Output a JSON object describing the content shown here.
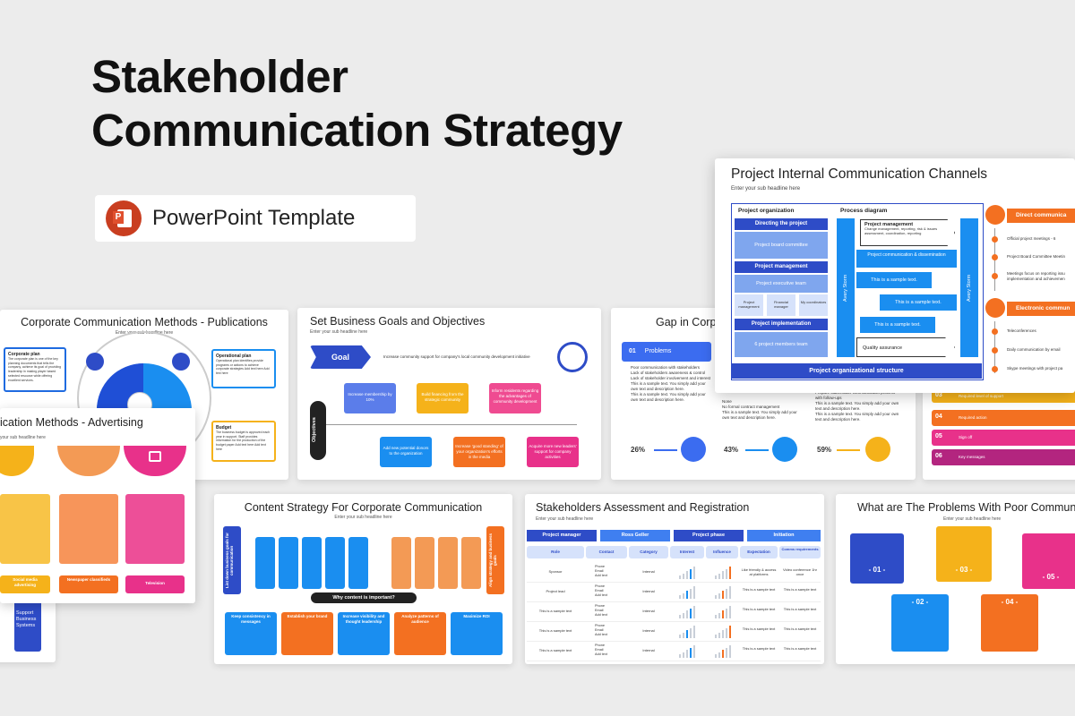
{
  "hero": {
    "title_line1": "Stakeholder",
    "title_line2": "Communication Strategy",
    "badge_label": "PowerPoint Template"
  },
  "colors": {
    "navy": "#2e4cc7",
    "blue": "#1a8ef0",
    "orange": "#f37021",
    "pink": "#e8318a",
    "yellow": "#f5b21a",
    "ppt_red": "#c93e20"
  },
  "slides": {
    "publications": {
      "title": "Corporate Communication Methods - Publications",
      "sub": "Enter your sub headline here",
      "left_box_title": "Corporate plan",
      "left_box_text": "The corporate plan is one of the key planning documents that tells the company, achieve its goal of providing leadership in making player based selected resource while offering excellent services.",
      "right1_title": "Operational plan",
      "right1_text": "Operational plan identifies provide programs or actions to achieve corporate strategies Add text here Add text here",
      "right2_title": "Budget",
      "right2_text": "The business budget is approved each year in support. Staff provides information for the production of the budget paper Add text here Add text here"
    },
    "advertising": {
      "title": "ication Methods - Advertising",
      "sub": "your sub headline here",
      "labels": [
        "Social media advertising",
        "Newspaper classifieds",
        "Television"
      ]
    },
    "support": {
      "items": [
        "Support",
        "Business",
        "Systems"
      ]
    },
    "goals": {
      "title": "Set Business Goals and Objectives",
      "sub": "Enter your sub headline here",
      "goal_label": "Goal",
      "goal_text": "Increase community support for company's local community development initiative",
      "objectives_label": "Objectives",
      "top_boxes": [
        "Increase membership by 10%",
        "Build financing from the strategic community",
        "Inform residents regarding the advantages of community development"
      ],
      "bottom_boxes": [
        "Add new potential donors to the organization",
        "Increase 'good standing' of your organization's efforts in the media",
        "Acquire more new leaders' support for company activities"
      ]
    },
    "gap": {
      "title": "Gap in Corp",
      "step_num": "01",
      "step_label": "Problems",
      "bullets": [
        "Poor communication with stakeholders",
        "Lack of stakeholders awareness & control",
        "Lack of stakeholder involvement and interest",
        "This is a sample text. You simply add your own text and description here.",
        "This is a sample text. You simply add your own text and description here."
      ],
      "mid_bullets": [
        "None",
        "No formal contract management",
        "This is a sample text. You simply add your own text and description here."
      ],
      "right_bullets": [
        "Prepare stakeholder communication process with follow-ups",
        "This is a sample text. You simply add your own text and description here.",
        "This is a sample text. You simply add your own text and description here."
      ],
      "pct1": "26%",
      "pct2": "43%",
      "pct3": "59%"
    },
    "channels": {
      "title": "Project Internal Communication Channels",
      "sub": "Enter your sub headline here",
      "org_header": "Project organization",
      "org_items": [
        "Directing the project",
        "Project board committee",
        "Project management",
        "Project executive team",
        "Project implementation",
        "6 project members team"
      ],
      "org_small": [
        "Project management",
        "Financial manager",
        "My coordinators"
      ],
      "process_header": "Process diagram",
      "avery_left": "Avery Storm",
      "avery_right": "Avery Storm",
      "pm_title": "Project management",
      "pm_text": "Change management, reporting, risk & issues assessment, coordination, reporting",
      "proc_items": [
        "Project communication & dissemination",
        "This is a sample text.",
        "This is a sample text.",
        "This is a sample text.",
        "Quality assurance"
      ],
      "footer": "Project organizational structure",
      "direct_header": "Direct communica",
      "direct_items": [
        "Official project meetings - 6",
        "Project Board Committee Meetin",
        "Meetings focus on reporting issu implementation and achievemen"
      ],
      "electronic_header": "Electronic commun",
      "electronic_items": [
        "Teleconferences",
        "Daily communication by email",
        "Skype meetings with project pa"
      ]
    },
    "steps": {
      "nums": [
        "03",
        "04",
        "05",
        "06"
      ],
      "labels": [
        "Required level of support",
        "Required action",
        "Sign off",
        "Key messages"
      ]
    },
    "content": {
      "title": "Content Strategy For Corporate Communication",
      "sub": "Enter your sub headline here",
      "left_label": "List down business goals for communication",
      "right_label": "Align strategy and business goals",
      "why_label": "Why content is important?",
      "bottom_titles": [
        "Keep consistency in messages",
        "Establish your brand",
        "Increase visibility and thought leadership",
        "Analyze patterns of audience",
        "Maximize ROI"
      ]
    },
    "assessment": {
      "title": "Stakeholders Assessment and Registration",
      "sub": "Enter your sub headline here",
      "top_headers": [
        "Project manager",
        "Ross Geller",
        "Project phase",
        "Initiation"
      ],
      "col_headers": [
        "Role",
        "Contact",
        "Category",
        "Interest",
        "Influence",
        "Expectation",
        "Comms requirements"
      ],
      "rows": [
        {
          "role": "Sponsor",
          "category": "Internal",
          "expectation": "Like friendly & access at platforms",
          "comms": "Video conference 1hr once"
        },
        {
          "role": "Project lead",
          "category": "Internal",
          "expectation": "This is a sample text",
          "comms": "This is a sample text"
        },
        {
          "role": "This is a sample text",
          "category": "Internal",
          "expectation": "This is a sample text",
          "comms": "This is a sample text"
        },
        {
          "role": "This is a sample text",
          "category": "Internal",
          "expectation": "This is a sample text",
          "comms": "This is a sample text"
        },
        {
          "role": "This is a sample text",
          "category": "Internal",
          "expectation": "This is a sample text",
          "comms": "This is a sample text"
        }
      ],
      "contact": [
        "Phone",
        "Email",
        "Add text"
      ]
    },
    "problems": {
      "title": "What are The Problems With Poor Communi",
      "sub": "Enter your sub headline here",
      "notes": [
        "- 01 -",
        "- 02 -",
        "- 03 -",
        "- 04 -",
        "- 05 -"
      ]
    }
  }
}
